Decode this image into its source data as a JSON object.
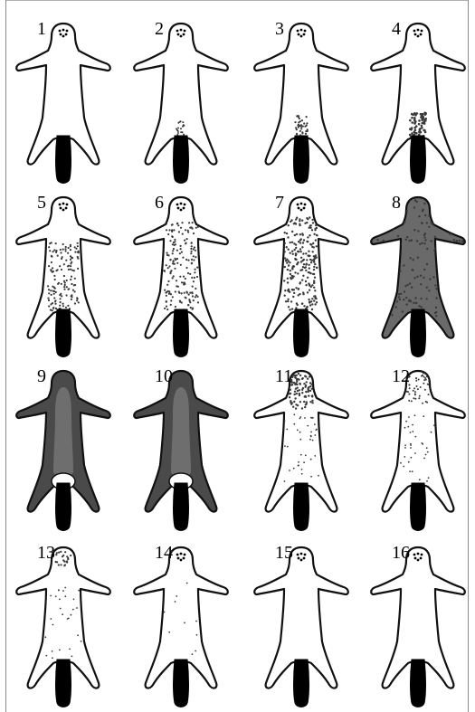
{
  "figure": {
    "colors": {
      "outline": "#111111",
      "fill": "#ffffff",
      "tail": "#000000",
      "shade": "#3a3a3a",
      "frame": "#8a8a8a"
    },
    "panels": [
      {
        "label": "1",
        "pattern": "clear"
      },
      {
        "label": "2",
        "pattern": "tail-tuft-small"
      },
      {
        "label": "3",
        "pattern": "tail-tuft"
      },
      {
        "label": "4",
        "pattern": "tail-tuft-large"
      },
      {
        "label": "5",
        "pattern": "lower-body-stippled"
      },
      {
        "label": "6",
        "pattern": "body-stippled"
      },
      {
        "label": "7",
        "pattern": "body-stippled-dense"
      },
      {
        "label": "8",
        "pattern": "fully-shaded"
      },
      {
        "label": "9",
        "pattern": "shaded-outline-light-centre"
      },
      {
        "label": "10",
        "pattern": "shaded-outline-light-centre"
      },
      {
        "label": "11",
        "pattern": "head-dark-body-dotted"
      },
      {
        "label": "12",
        "pattern": "head-dotted-body-dotted"
      },
      {
        "label": "13",
        "pattern": "head-spots-body-dotted"
      },
      {
        "label": "14",
        "pattern": "head-spots-few-dots"
      },
      {
        "label": "15",
        "pattern": "head-spots"
      },
      {
        "label": "16",
        "pattern": "clear"
      }
    ]
  }
}
